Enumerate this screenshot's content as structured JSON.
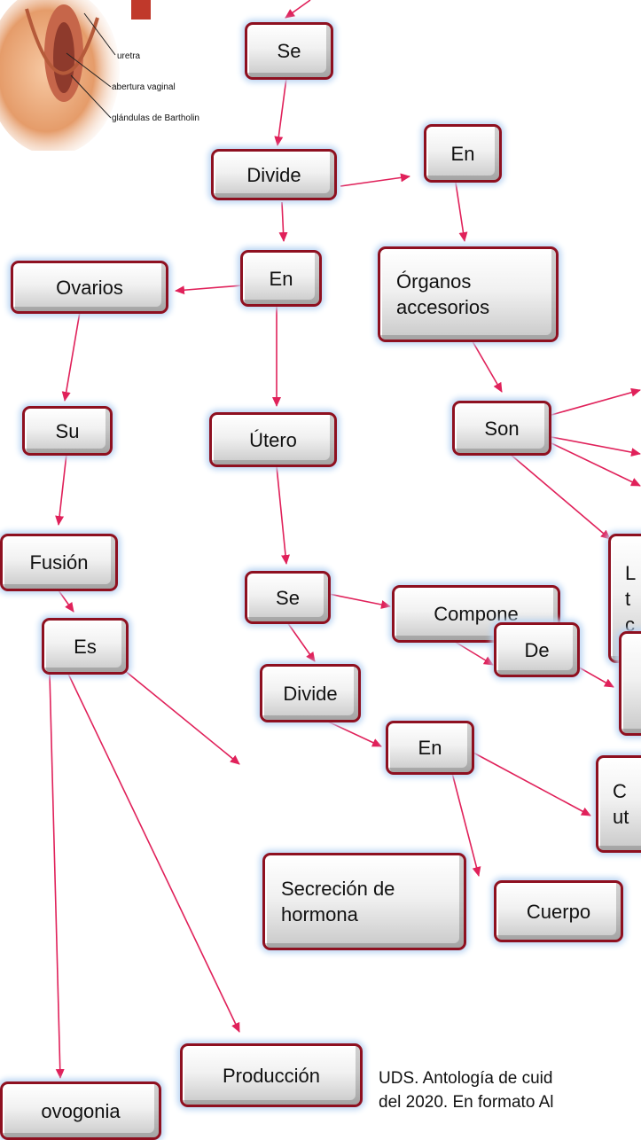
{
  "image_labels": [
    "uretra",
    "abertura vaginal",
    "glándulas de Bartholin"
  ],
  "nodes": {
    "se_top": "Se",
    "divide_top": "Divide",
    "en_upper": "En",
    "en_mid": "En",
    "organos_accesorios": "Órganos\naccesorios",
    "ovarios": "Ovarios",
    "su": "Su",
    "utero": "Útero",
    "son": "Son",
    "fusion": "Fusión",
    "se_mid": "Se",
    "compone": "Compone",
    "l_partial": "L\nt\nc",
    "es": "Es",
    "de": "De",
    "divide_mid": "Divide",
    "en_lower": "En",
    "c_partial": "C\nut",
    "secrecion": "Secreción de\nhormona",
    "cuerpo": "Cuerpo",
    "produccion": "Producción",
    "ovogonia": "ovogonia"
  },
  "citation": "UDS. Antología de cuid\ndel 2020. En formato Al",
  "colors": {
    "border": "#8e1020",
    "arrow": "#e0215a",
    "glow": "#bcd6f3"
  }
}
